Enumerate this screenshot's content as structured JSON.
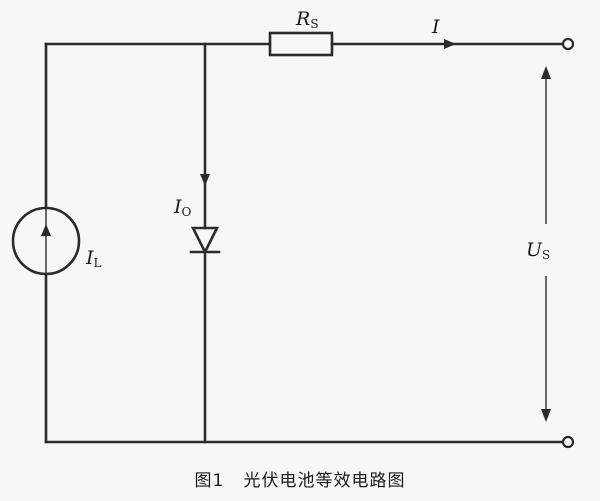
{
  "labels": {
    "source_current": "I",
    "source_current_sub": "L",
    "diode_current": "I",
    "diode_current_sub": "O",
    "series_resistor": "R",
    "series_resistor_sub": "S",
    "output_current": "I",
    "output_voltage": "U",
    "output_voltage_sub": "S"
  },
  "caption": {
    "figure_number": "图1",
    "title": "光伏电池等效电路图"
  },
  "colors": {
    "line": "#2b2b2b",
    "background": "#f7f7f7"
  }
}
